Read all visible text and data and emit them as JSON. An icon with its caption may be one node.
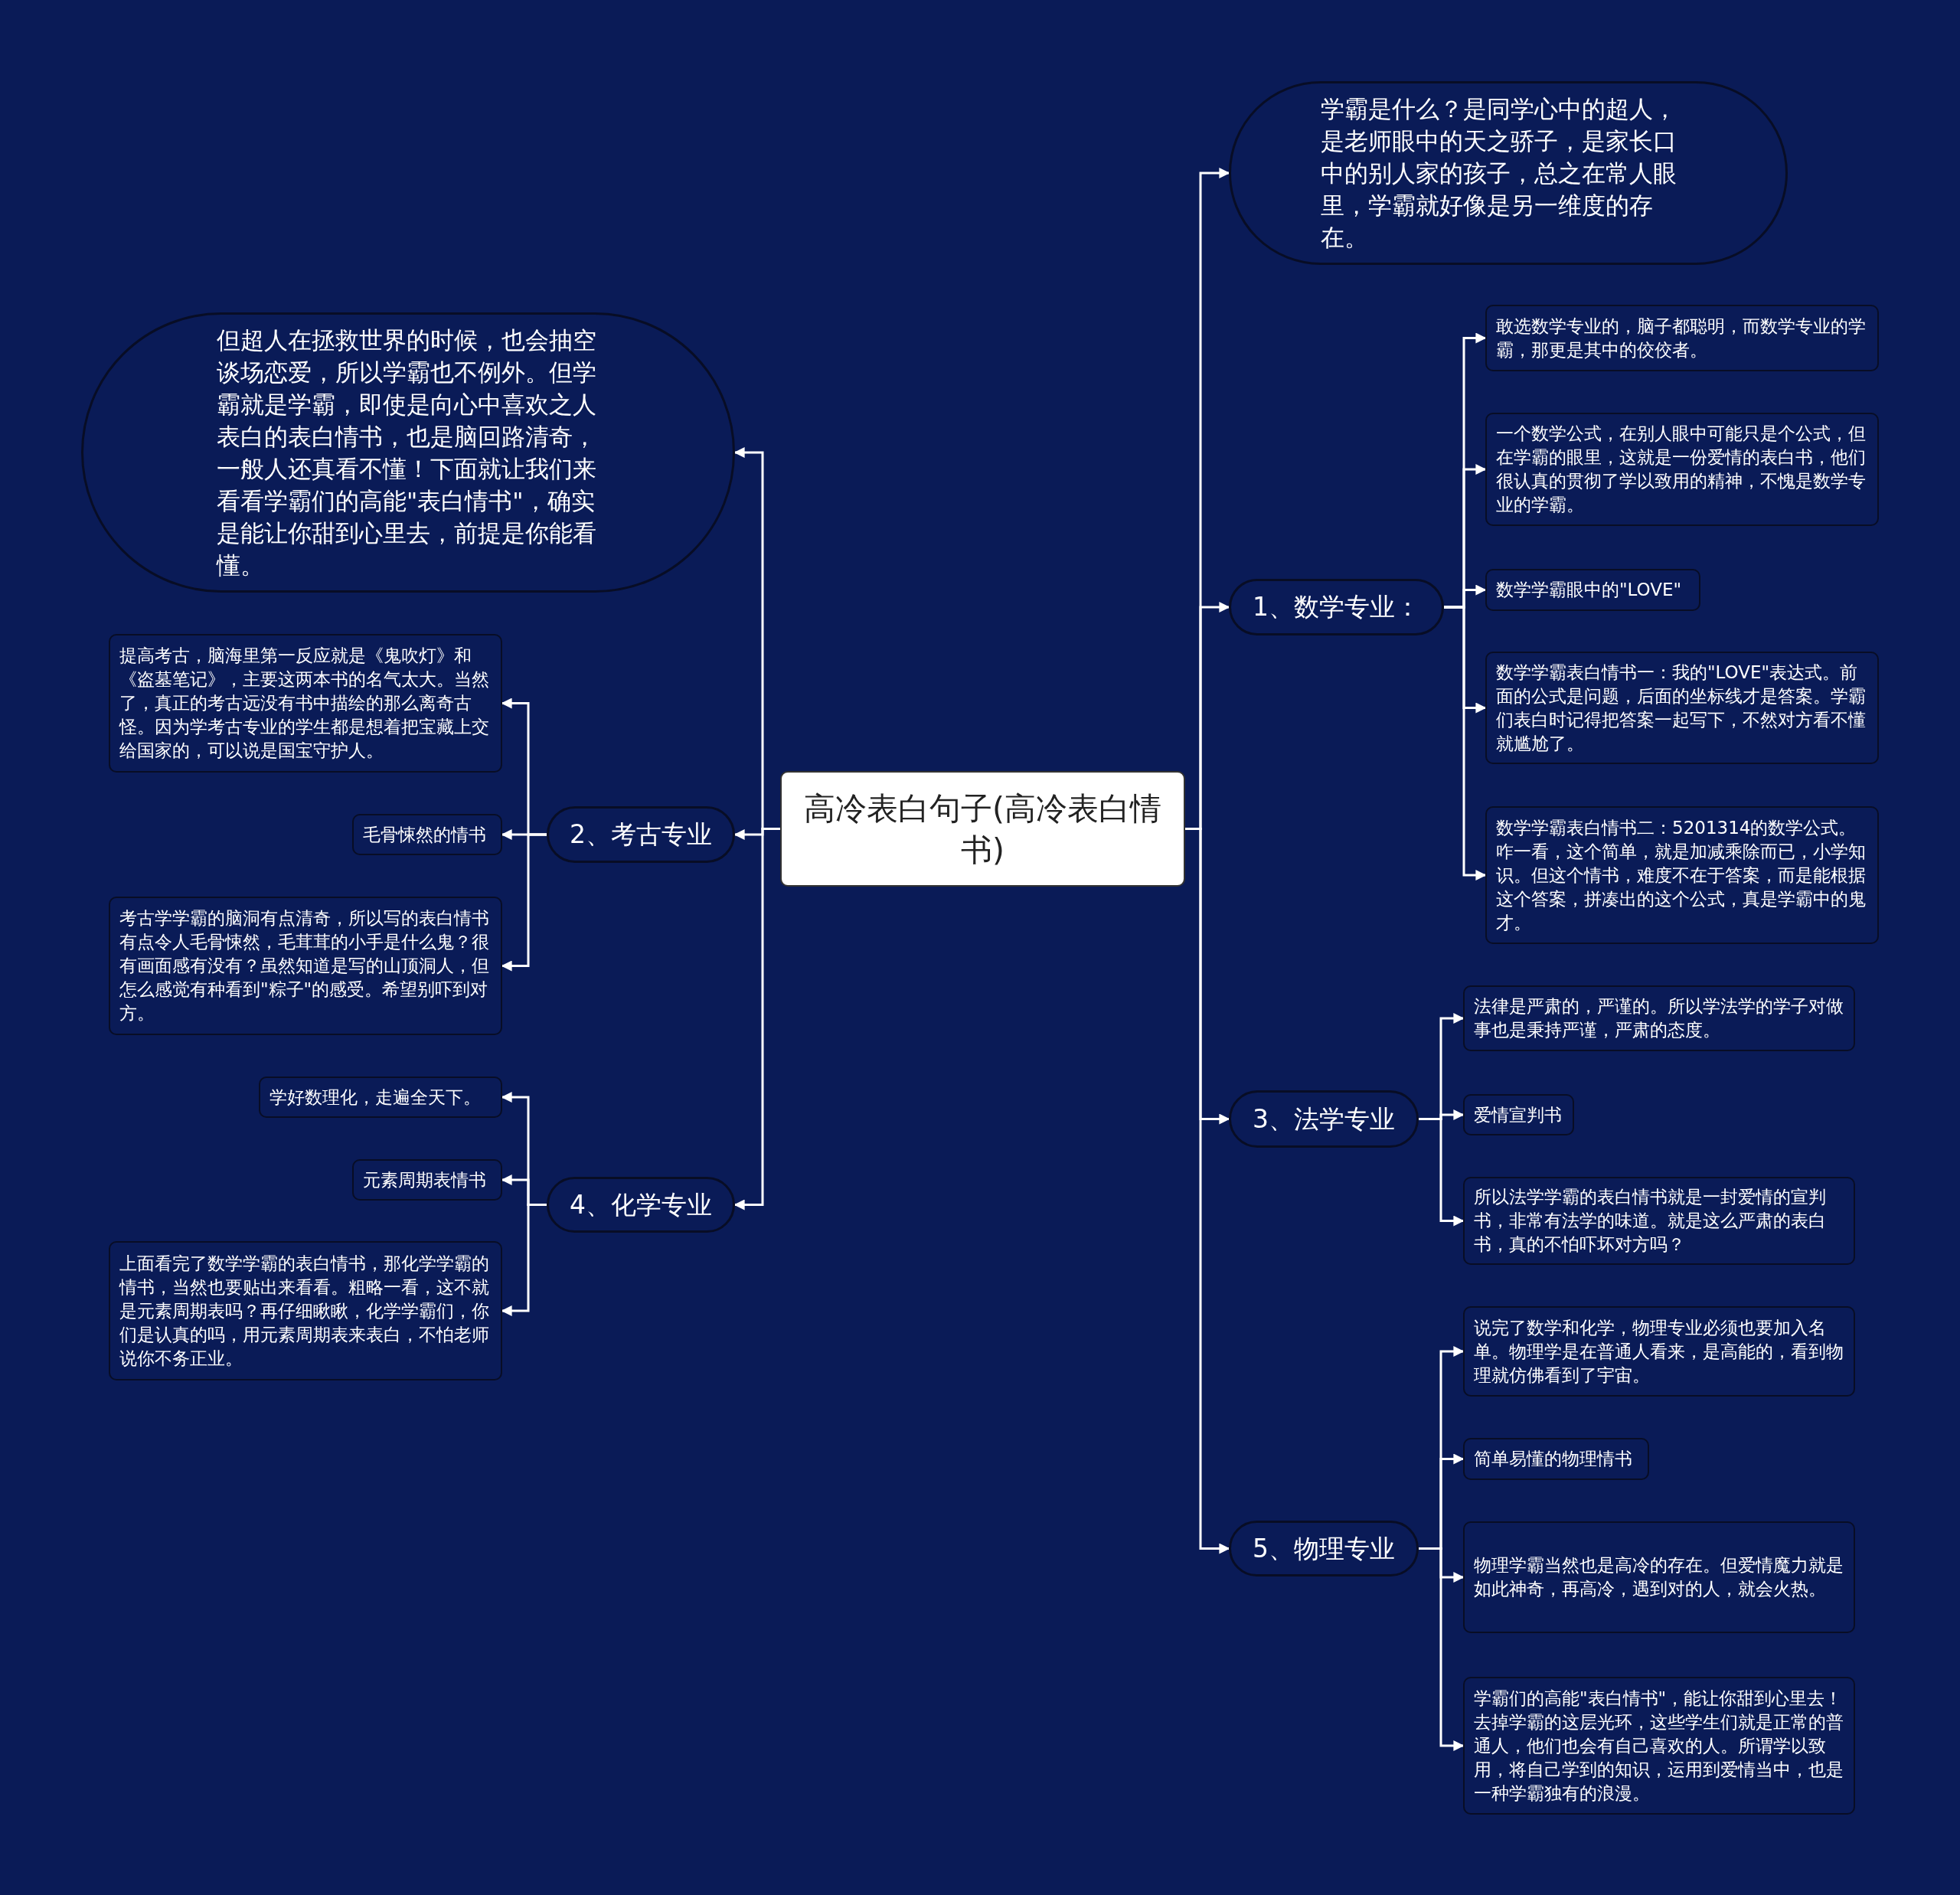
{
  "diagram": {
    "nodes": [
      {
        "text": [
          "高冷表白句子(高冷表白情书)"
        ]
      },
      {
        "text": [
          "学霸是什么？是同学心中的超人，是老师眼中的天之骄子，是家长口中的别人家的孩子，总之在常人眼里，学霸就好像是另一维度的存在。"
        ]
      },
      {
        "text": [
          "1、数学专业："
        ]
      },
      {
        "text": [
          "敢选数学专业的，脑子都聪明，而数学专业的学霸，那更是其中的佼佼者。"
        ]
      },
      {
        "text": [
          "一个数学公式，在别人眼中可能只是个公式，但在学霸的眼里，这就是一份爱情的表白书，他们很认真的贯彻了学以致用的精神，不愧是数学专业的学霸。"
        ]
      },
      {
        "text": [
          "数学学霸眼中的\"LOVE\""
        ]
      },
      {
        "text": [
          "数学学霸表白情书一：我的\"LOVE\"表达式。前面的公式是问题，后面的坐标线才是答案。学霸们表白时记得把答案一起写下，不然对方看不懂就尴尬了。"
        ]
      },
      {
        "text": [
          "数学学霸表白情书二：5201314的数学公式。咋一看，这个简单，就是加减乘除而已，小学知识。但这个情书，难度不在于答案，而是能根据这个答案，拼凑出的这个公式，真是学霸中的鬼才。"
        ]
      },
      {
        "text": [
          "3、法学专业"
        ]
      },
      {
        "text": [
          "法律是严肃的，严谨的。所以学法学的学子对做事也是秉持严谨，严肃的态度。"
        ]
      },
      {
        "text": [
          "爱情宣判书"
        ]
      },
      {
        "text": [
          "所以法学学霸的表白情书就是一封爱情的宣判书，非常有法学的味道。就是这么严肃的表白书，真的不怕吓坏对方吗？"
        ]
      },
      {
        "text": [
          "5、物理专业"
        ]
      },
      {
        "text": [
          "说完了数学和化学，物理专业必须也要加入名单。物理学是在普通人看来，是高能的，看到物理就仿佛看到了宇宙。"
        ]
      },
      {
        "text": [
          "简单易懂的物理情书"
        ]
      },
      {
        "text": [
          "物理学霸当然也是高冷的存在。但爱情魔力就是如此神奇，再高冷，遇到对的人，就会火热。"
        ]
      },
      {
        "text": [
          "学霸们的高能\"表白情书\"，能让你甜到心里去！去掉学霸的这层光环，这些学生们就是正常的普通人，他们也会有自己喜欢的人。所谓学以致用，将自己学到的知识，运用到爱情当中，也是一种学霸独有的浪漫。"
        ]
      },
      {
        "text": [
          "但超人在拯救世界的时候，也会抽空谈场恋爱，所以学霸也不例外。但学霸就是学霸，即使是向心中喜欢之人表白的表白情书，也是脑回路清奇，一般人还真看不懂！下面就让我们来看看学霸们的高能\"表白情书\"，确实是能让你甜到心里去，前提是你能看懂。"
        ]
      },
      {
        "text": [
          "2、考古专业"
        ]
      },
      {
        "text": [
          "提高考古，脑海里第一反应就是《鬼吹灯》和《盗墓笔记》，主要这两本书的名气太大。当然了，真正的考古远没有书中描绘的那么离奇古怪。因为学考古专业的学生都是想着把宝藏上交给国家的，可以说是国宝守护人。"
        ]
      },
      {
        "text": [
          "毛骨悚然的情书"
        ]
      },
      {
        "text": [
          "考古学学霸的脑洞有点清奇，所以写的表白情书有点令人毛骨悚然，毛茸茸的小手是什么鬼？很有画面感有没有？虽然知道是写的山顶洞人，但怎么感觉有种看到\"粽子\"的感受。希望别吓到对方。"
        ]
      },
      {
        "text": [
          "4、化学专业"
        ]
      },
      {
        "text": [
          "学好数理化，走遍全天下。"
        ]
      },
      {
        "text": [
          "元素周期表情书"
        ]
      },
      {
        "text": [
          "上面看完了数学学霸的表白情书，那化学学霸的情书，当然也要贴出来看看。粗略一看，这不就是元素周期表吗？再仔细瞅瞅，化学学霸们，你们是认真的吗，用元素周期表来表白，不怕老师说你不务正业。"
        ]
      }
    ],
    "edges": [
      {
        "from": 0,
        "to": 1,
        "arrow": "to"
      },
      {
        "from": 0,
        "to": 2,
        "arrow": "to"
      },
      {
        "from": 2,
        "to": 3,
        "arrow": "to"
      },
      {
        "from": 2,
        "to": 4,
        "arrow": "to"
      },
      {
        "from": 2,
        "to": 5,
        "arrow": "to"
      },
      {
        "from": 2,
        "to": 6,
        "arrow": "to"
      },
      {
        "from": 2,
        "to": 7,
        "arrow": "to"
      },
      {
        "from": 0,
        "to": 8,
        "arrow": "to"
      },
      {
        "from": 8,
        "to": 9,
        "arrow": "to"
      },
      {
        "from": 8,
        "to": 10,
        "arrow": "to"
      },
      {
        "from": 8,
        "to": 11,
        "arrow": "to"
      },
      {
        "from": 0,
        "to": 12,
        "arrow": "to"
      },
      {
        "from": 12,
        "to": 13,
        "arrow": "to"
      },
      {
        "from": 12,
        "to": 14,
        "arrow": "to"
      },
      {
        "from": 12,
        "to": 15,
        "arrow": "to"
      },
      {
        "from": 12,
        "to": 16,
        "arrow": "to"
      },
      {
        "from": 0,
        "to": 17,
        "arrow": "to"
      },
      {
        "from": 0,
        "to": 18,
        "arrow": "to"
      },
      {
        "from": 18,
        "to": 19,
        "arrow": "to"
      },
      {
        "from": 18,
        "to": 20,
        "arrow": "to"
      },
      {
        "from": 18,
        "to": 21,
        "arrow": "to"
      },
      {
        "from": 0,
        "to": 22,
        "arrow": "to"
      },
      {
        "from": 22,
        "to": 23,
        "arrow": "to"
      },
      {
        "from": 22,
        "to": 24,
        "arrow": "to"
      },
      {
        "from": 22,
        "to": 25,
        "arrow": "to"
      }
    ]
  }
}
